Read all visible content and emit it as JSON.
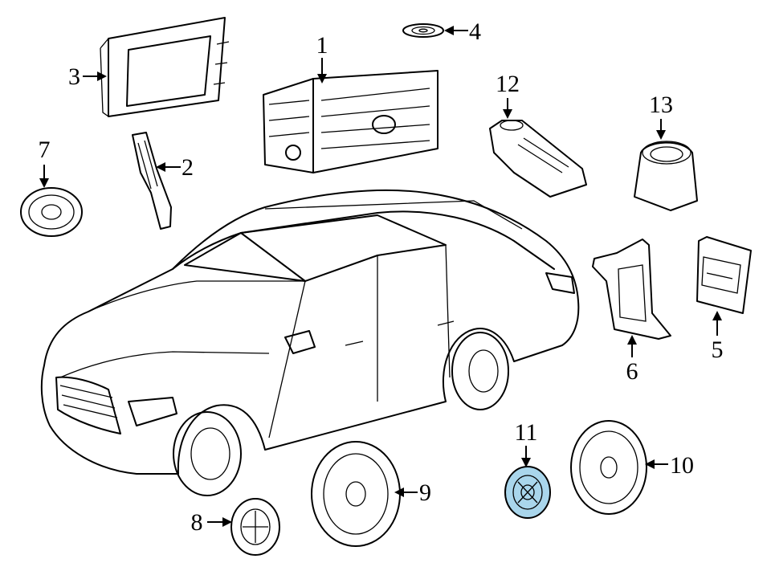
{
  "callouts": {
    "c1": "1",
    "c2": "2",
    "c3": "3",
    "c4": "4",
    "c5": "5",
    "c6": "6",
    "c7": "7",
    "c8": "8",
    "c9": "9",
    "c10": "10",
    "c11": "11",
    "c12": "12",
    "c13": "13"
  },
  "colors": {
    "line": "#000000",
    "highlight": "#a9d6ec",
    "background": "#ffffff"
  }
}
